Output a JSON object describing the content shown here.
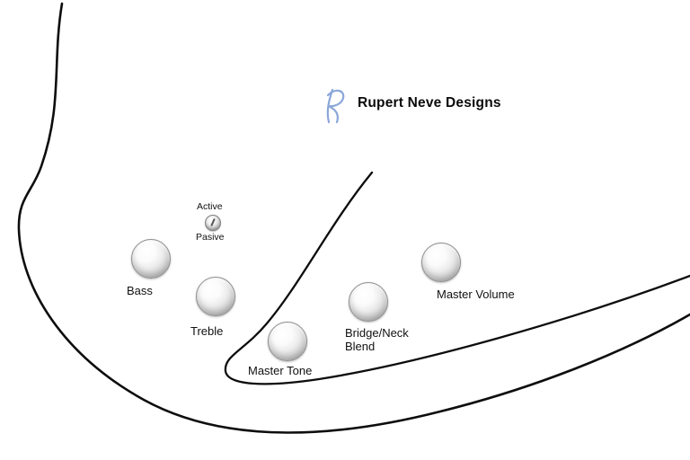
{
  "brand": {
    "name": "Rupert Neve Designs",
    "logo_color": "#8ba7d9"
  },
  "toggle": {
    "top_label": "Active",
    "bottom_label": "Pasive"
  },
  "knobs": [
    {
      "label": "Bass"
    },
    {
      "label": "Treble"
    },
    {
      "label": "Master Tone"
    },
    {
      "label": "Bridge/Neck Blend"
    },
    {
      "label": "Master Volume"
    }
  ],
  "colors": {
    "outline": "#0d0d0d",
    "background": "#ffffff"
  }
}
